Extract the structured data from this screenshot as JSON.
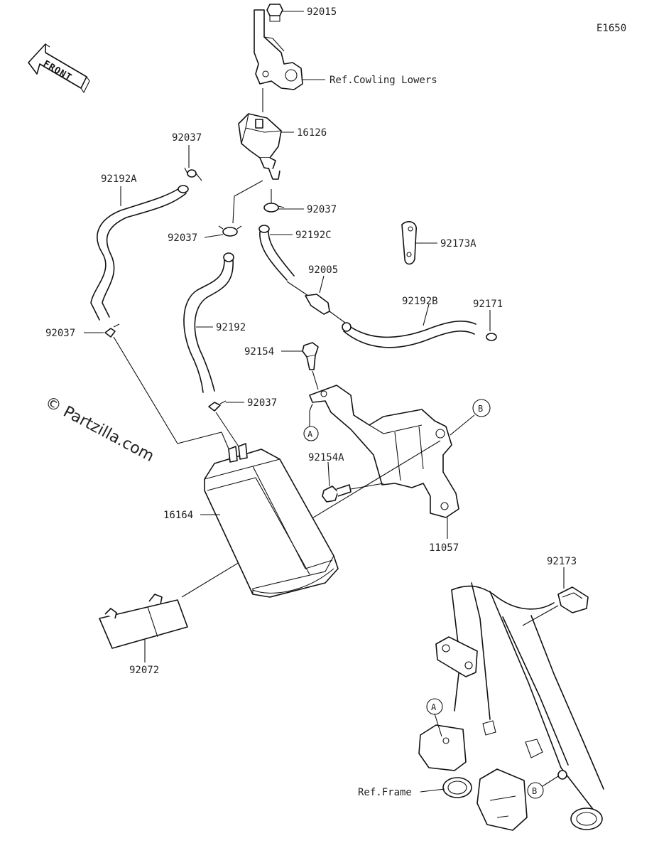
{
  "diagram_code": "E1650",
  "front_label": "FRONT",
  "watermark": "© Partzilla.com",
  "callouts": {
    "c92015": "92015",
    "ref_cowling": "Ref.Cowling Lowers",
    "c16126": "16126",
    "c92037_top": "92037",
    "c92192A": "92192A",
    "c92037_clip_right": "92037",
    "c92037_clip_left": "92037",
    "c92192C": "92192C",
    "c92173A": "92173A",
    "c92005": "92005",
    "c92192B": "92192B",
    "c92171": "92171",
    "c92037_left": "92037",
    "c92192": "92192",
    "c92154": "92154",
    "c92037_mid": "92037",
    "c92154A": "92154A",
    "c16164": "16164",
    "c11057": "11057",
    "c92173": "92173",
    "c92072": "92072",
    "ref_frame": "Ref.Frame"
  },
  "reference_marks": {
    "A": "A",
    "B": "B"
  }
}
